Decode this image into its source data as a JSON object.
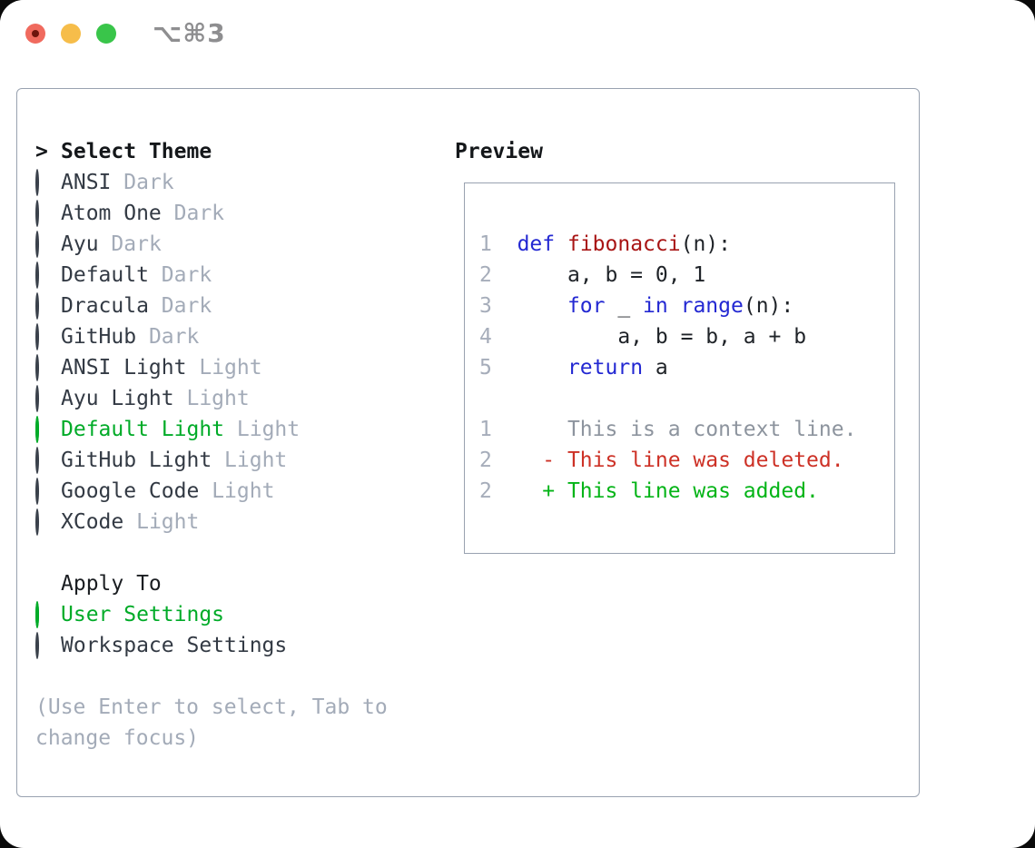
{
  "titlebar": {
    "shortcut": "⌥⌘3",
    "traffic_lights": [
      "close",
      "minimize",
      "zoom"
    ]
  },
  "theme_section": {
    "header_marker": ">",
    "header": "Select Theme",
    "items": [
      {
        "name": "ANSI",
        "variant": "Dark",
        "selected": false
      },
      {
        "name": "Atom One",
        "variant": "Dark",
        "selected": false
      },
      {
        "name": "Ayu",
        "variant": "Dark",
        "selected": false
      },
      {
        "name": "Default",
        "variant": "Dark",
        "selected": false
      },
      {
        "name": "Dracula",
        "variant": "Dark",
        "selected": false
      },
      {
        "name": "GitHub",
        "variant": "Dark",
        "selected": false
      },
      {
        "name": "ANSI Light",
        "variant": "Light",
        "selected": false
      },
      {
        "name": "Ayu Light",
        "variant": "Light",
        "selected": false
      },
      {
        "name": "Default Light",
        "variant": "Light",
        "selected": true
      },
      {
        "name": "GitHub Light",
        "variant": "Light",
        "selected": false
      },
      {
        "name": "Google Code",
        "variant": "Light",
        "selected": false
      },
      {
        "name": "XCode",
        "variant": "Light",
        "selected": false
      }
    ]
  },
  "apply_section": {
    "header": "Apply To",
    "items": [
      {
        "label": "User Settings",
        "selected": true
      },
      {
        "label": "Workspace Settings",
        "selected": false
      }
    ]
  },
  "help": {
    "text": "(Use Enter to select, Tab to change focus)"
  },
  "preview": {
    "header": "Preview",
    "code_lines": [
      {
        "segments": [
          [
            "ln",
            "1"
          ],
          [
            "pl",
            "  "
          ],
          [
            "kw",
            "def"
          ],
          [
            "pl",
            " "
          ],
          [
            "fn",
            "fibonacci"
          ],
          [
            "pl",
            "(n):"
          ]
        ]
      },
      {
        "segments": [
          [
            "ln",
            "2"
          ],
          [
            "pl",
            "      a, b = 0, 1"
          ]
        ]
      },
      {
        "segments": [
          [
            "ln",
            "3"
          ],
          [
            "pl",
            "      "
          ],
          [
            "kw",
            "for"
          ],
          [
            "pl",
            " _ "
          ],
          [
            "kw",
            "in"
          ],
          [
            "pl",
            " "
          ],
          [
            "kw",
            "range"
          ],
          [
            "pl",
            "(n):"
          ]
        ]
      },
      {
        "segments": [
          [
            "ln",
            "4"
          ],
          [
            "pl",
            "          a, b = b, a + b"
          ]
        ]
      },
      {
        "segments": [
          [
            "ln",
            "5"
          ],
          [
            "pl",
            "      "
          ],
          [
            "kw",
            "return"
          ],
          [
            "pl",
            " a"
          ]
        ]
      },
      {
        "segments": []
      },
      {
        "segments": [
          [
            "ln",
            "1"
          ],
          [
            "ctx",
            "      This is a context line."
          ]
        ]
      },
      {
        "segments": [
          [
            "ln",
            "2"
          ],
          [
            "pl",
            "    "
          ],
          [
            "del",
            "- This line was deleted."
          ]
        ]
      },
      {
        "segments": [
          [
            "ln",
            "2"
          ],
          [
            "pl",
            "    "
          ],
          [
            "add",
            "+ This line was added."
          ]
        ]
      }
    ]
  },
  "colors": {
    "selected_green": "#00ab28",
    "added_green": "#04b417",
    "deleted_red": "#cd3126",
    "keyword_blue": "#2328d2",
    "function_red": "#a81414",
    "muted_gray": "#a3abb8",
    "context_gray": "#8d949e",
    "border_gray": "#99a2b0",
    "traffic_red": "#f06a5e",
    "traffic_yellow": "#f6bd4a",
    "traffic_green": "#39c54a"
  }
}
